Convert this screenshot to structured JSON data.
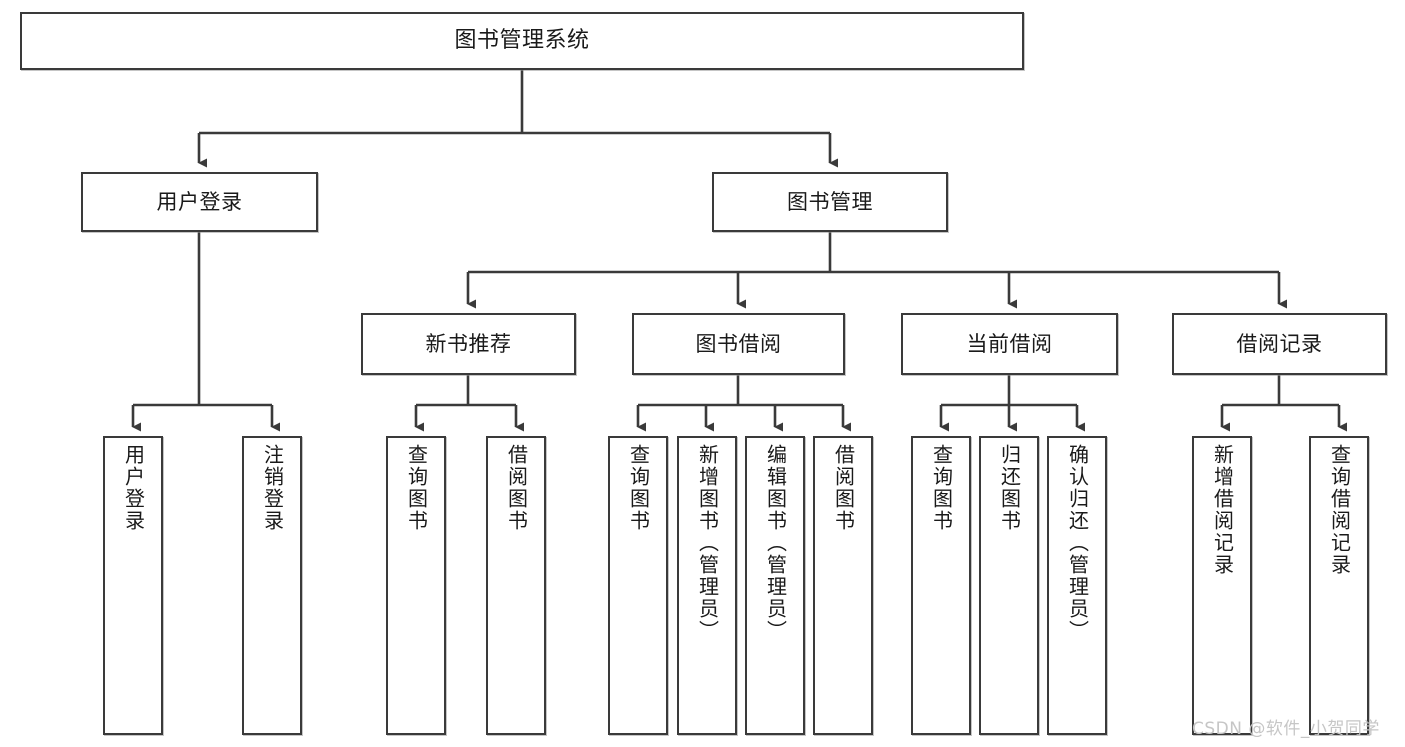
{
  "diagram": {
    "title": "图书管理系统",
    "type": "hierarchy-tree",
    "watermark": "CSDN @软件_小贺同学",
    "colors": {
      "border": "#3a3a3a",
      "background": "#ffffff",
      "text": "#1a1a1a",
      "watermark": "#c6c6c6"
    },
    "levels": {
      "level0": [
        {
          "id": "root",
          "label": "图书管理系统"
        }
      ],
      "level1": [
        {
          "id": "user-login",
          "label": "用户登录"
        },
        {
          "id": "book-manage",
          "label": "图书管理"
        }
      ],
      "level2": [
        {
          "id": "new-book-recommend",
          "label": "新书推荐"
        },
        {
          "id": "book-borrow",
          "label": "图书借阅"
        },
        {
          "id": "current-borrow",
          "label": "当前借阅"
        },
        {
          "id": "borrow-record",
          "label": "借阅记录"
        }
      ],
      "level3": [
        {
          "id": "leaf-user-login",
          "label": "用户登录",
          "parent": "user-login"
        },
        {
          "id": "leaf-logout-login",
          "label": "注销登录",
          "parent": "user-login"
        },
        {
          "id": "leaf-query-book-1",
          "label": "查询图书",
          "parent": "new-book-recommend"
        },
        {
          "id": "leaf-borrow-book-1",
          "label": "借阅图书",
          "parent": "new-book-recommend"
        },
        {
          "id": "leaf-query-book-2",
          "label": "查询图书",
          "parent": "book-borrow"
        },
        {
          "id": "leaf-add-book",
          "label": "新增图书（管理员）",
          "parent": "book-borrow"
        },
        {
          "id": "leaf-edit-book",
          "label": "编辑图书（管理员）",
          "parent": "book-borrow"
        },
        {
          "id": "leaf-borrow-book-2",
          "label": "借阅图书",
          "parent": "book-borrow"
        },
        {
          "id": "leaf-query-book-3",
          "label": "查询图书",
          "parent": "current-borrow"
        },
        {
          "id": "leaf-return-book",
          "label": "归还图书",
          "parent": "current-borrow"
        },
        {
          "id": "leaf-confirm-return",
          "label": "确认归还（管理员）",
          "parent": "current-borrow"
        },
        {
          "id": "leaf-add-record",
          "label": "新增借阅记录",
          "parent": "borrow-record"
        },
        {
          "id": "leaf-query-record",
          "label": "查询借阅记录",
          "parent": "borrow-record"
        }
      ]
    }
  }
}
